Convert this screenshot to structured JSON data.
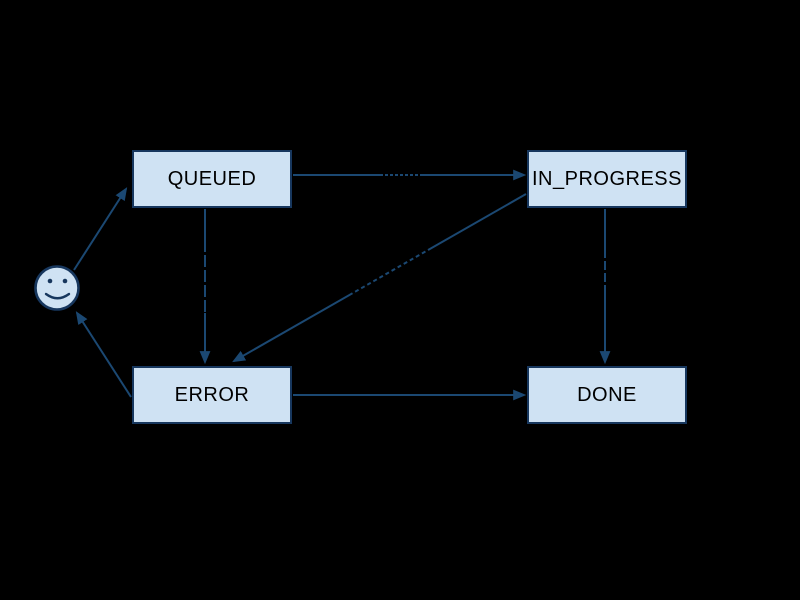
{
  "diagram": {
    "type": "state-machine",
    "background_color": "#000000",
    "colors": {
      "node_fill": "#cfe2f3",
      "node_border": "#17375e",
      "edge": "#1b4872",
      "node_text": "#000000"
    },
    "nodes": {
      "start": {
        "label": "",
        "shape": "smiley-face"
      },
      "queued": {
        "label": "QUEUED"
      },
      "in_progress": {
        "label": "IN_PROGRESS"
      },
      "error": {
        "label": "ERROR"
      },
      "done": {
        "label": "DONE"
      }
    },
    "edges": [
      {
        "from": "start",
        "to": "QUEUED"
      },
      {
        "from": "QUEUED",
        "to": "IN_PROGRESS"
      },
      {
        "from": "QUEUED",
        "to": "ERROR"
      },
      {
        "from": "IN_PROGRESS",
        "to": "ERROR"
      },
      {
        "from": "IN_PROGRESS",
        "to": "DONE"
      },
      {
        "from": "ERROR",
        "to": "DONE"
      },
      {
        "from": "ERROR",
        "to": "start"
      }
    ]
  }
}
